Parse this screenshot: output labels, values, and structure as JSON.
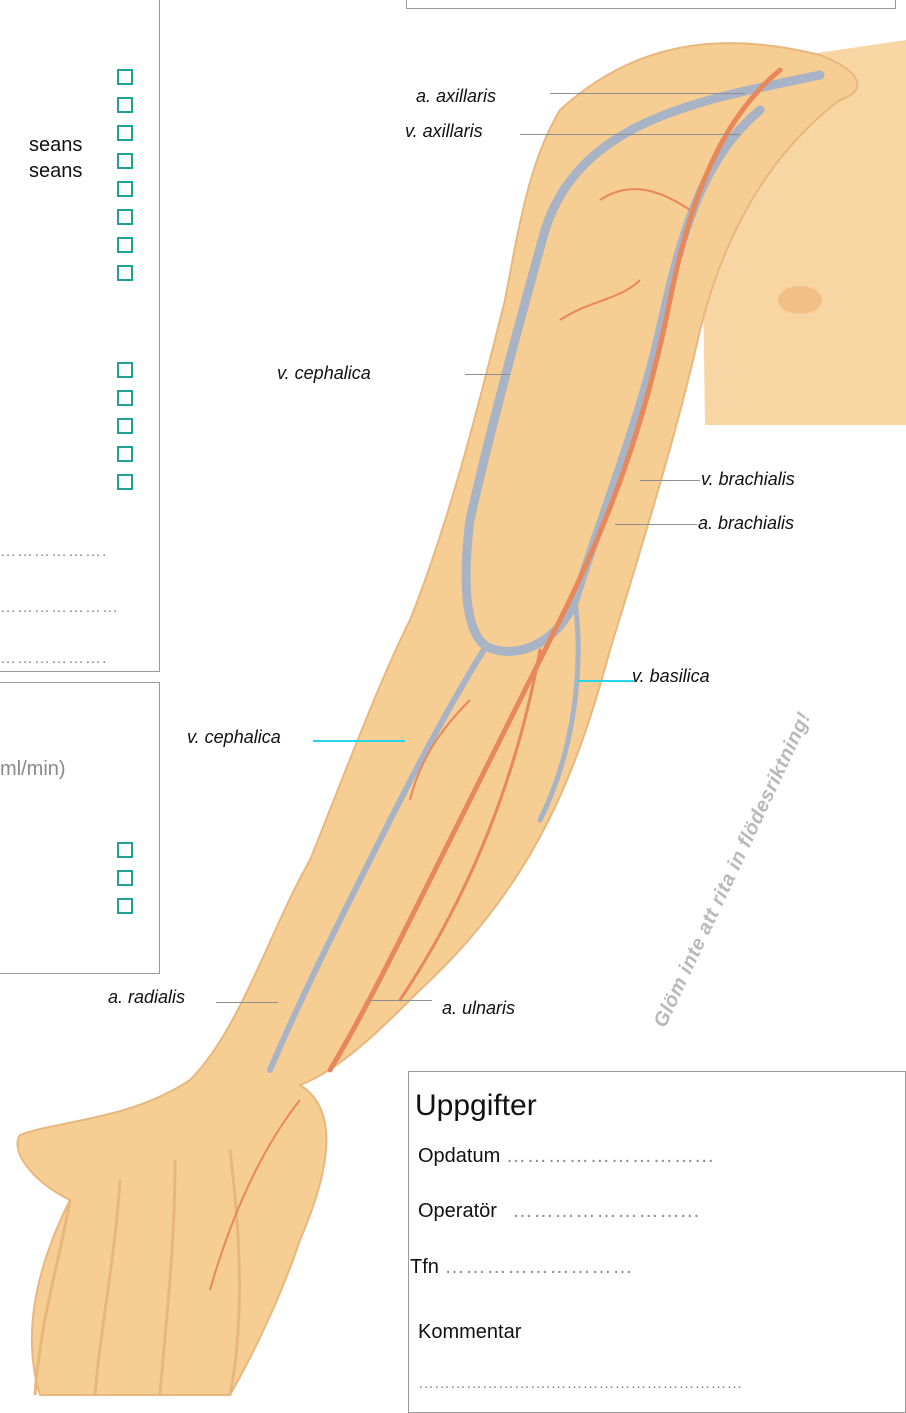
{
  "left_panel": {
    "seans_1": "seans",
    "seans_2": "seans",
    "checkbox_group_1_count": 8,
    "checkbox_group_2_count": 5,
    "dotted_1": "……………….",
    "dotted_2": "…………………",
    "dotted_3": "………………."
  },
  "flow_panel": {
    "flow_unit": "ml/min)",
    "checkbox_count": 3
  },
  "labels": {
    "a_axillaris": "a. axillaris",
    "v_axillaris": "v. axillaris",
    "v_cephalica_upper": "v. cephalica",
    "v_brachialis": "v. brachialis",
    "a_brachialis": "a. brachialis",
    "v_basilica": "v. basilica",
    "v_cephalica_lower": "v. cephalica",
    "a_radialis": "a. radialis",
    "a_ulnaris": "a. ulnaris"
  },
  "reminder": "Glöm inte att rita in flödesriktning!",
  "uppgifter": {
    "title": "Uppgifter",
    "opdatum_label": "Opdatum",
    "opdatum_line": "………………………...",
    "operator_label": "Operatör",
    "operator_line": "……………………...",
    "tfn_label": "Tfn",
    "tfn_line": "………………………",
    "kommentar_label": "Kommentar",
    "kommentar_line": "…………………….………………………………",
    "kommentar_value": ""
  },
  "colors": {
    "checkbox_border": "#1fa09a",
    "skin": "#f6cd93",
    "vein": "#a9b3c6",
    "artery": "#e8875a",
    "leader_cyan": "#27d6e6"
  }
}
